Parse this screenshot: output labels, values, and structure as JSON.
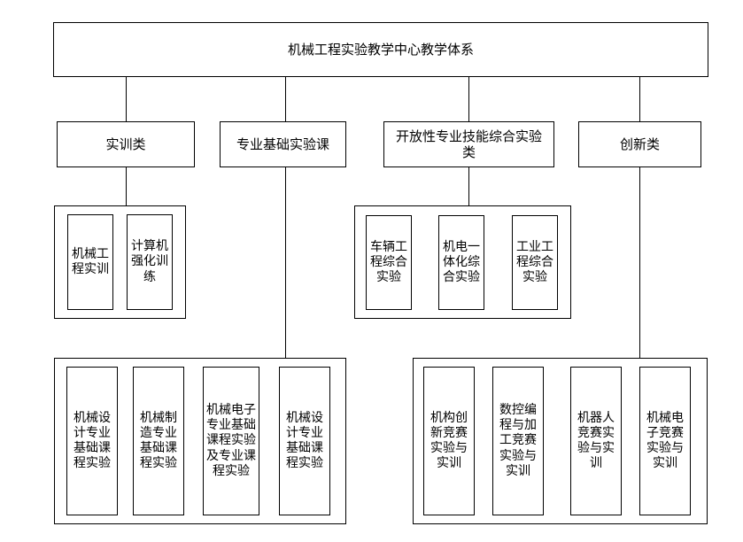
{
  "diagram": {
    "type": "organizational-hierarchy",
    "title": "机械工程实验教学中心教学体系",
    "root": {
      "label": "机械工程实验教学中心教学体系"
    },
    "categories": [
      {
        "id": "training",
        "label": "实训类"
      },
      {
        "id": "basic-lab",
        "label": "专业基础实验课"
      },
      {
        "id": "open-skill",
        "label": "开放性专业技能综合实验类"
      },
      {
        "id": "innovation",
        "label": "创新类"
      }
    ],
    "groups": {
      "training_items": [
        {
          "label": "机械工程实训"
        },
        {
          "label": "计算机强化训练"
        }
      ],
      "open_skill_items": [
        {
          "label": "车辆工程综合实验"
        },
        {
          "label": "机电一体化综合实验"
        },
        {
          "label": "工业工程综合实验"
        }
      ],
      "basic_lab_items": [
        {
          "label": "机械设计专业基础课程实验"
        },
        {
          "label": "机械制造专业基础课程实验"
        },
        {
          "label": "机械电子专业基础课程实验及专业课程实验"
        },
        {
          "label": "机械设计专业基础课程实验"
        }
      ],
      "innovation_items": [
        {
          "label": "机构创新竞赛实验与实训"
        },
        {
          "label": "数控编程与加工竞赛实验与实训"
        },
        {
          "label": "机器人竞赛实验与实训"
        },
        {
          "label": "机械电子竞赛实验与实训"
        }
      ]
    },
    "colors": {
      "stroke": "#000000",
      "background": "#ffffff",
      "text": "#000000"
    }
  }
}
